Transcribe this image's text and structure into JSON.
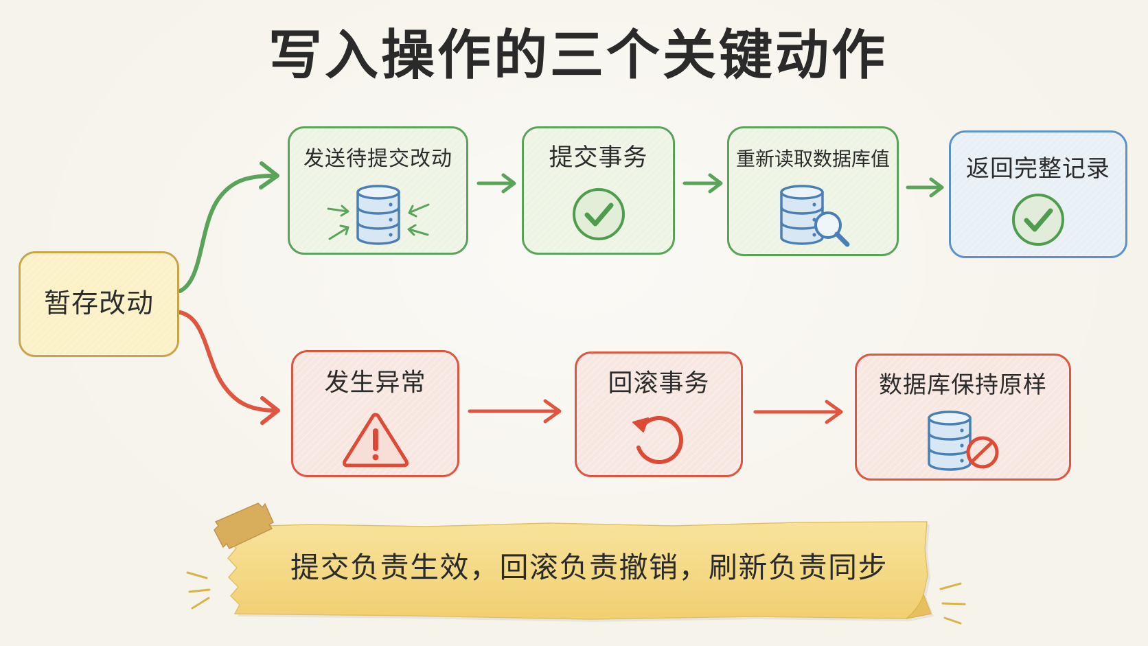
{
  "title": "写入操作的三个关键动作",
  "colors": {
    "start": "#c9a548",
    "success": "#5aa35a",
    "failure": "#df553f",
    "result": "#5d92c9",
    "note_tape": "#f6da85"
  },
  "start_step": {
    "label": "暂存改动"
  },
  "success_path": {
    "steps": [
      {
        "label": "发送待提交改动",
        "icon": "database-send-icon"
      },
      {
        "label": "提交事务",
        "icon": "check-circle-icon"
      },
      {
        "label": "重新读取数据库值",
        "icon": "database-search-icon"
      },
      {
        "label": "返回完整记录",
        "icon": "check-circle-icon"
      }
    ]
  },
  "failure_path": {
    "steps": [
      {
        "label": "发生异常",
        "icon": "warning-triangle-icon"
      },
      {
        "label": "回滚事务",
        "icon": "rollback-icon"
      },
      {
        "label": "数据库保持原样",
        "icon": "database-blocked-icon"
      }
    ]
  },
  "note": {
    "text": "提交负责生效，回滚负责撤销，刷新负责同步"
  }
}
